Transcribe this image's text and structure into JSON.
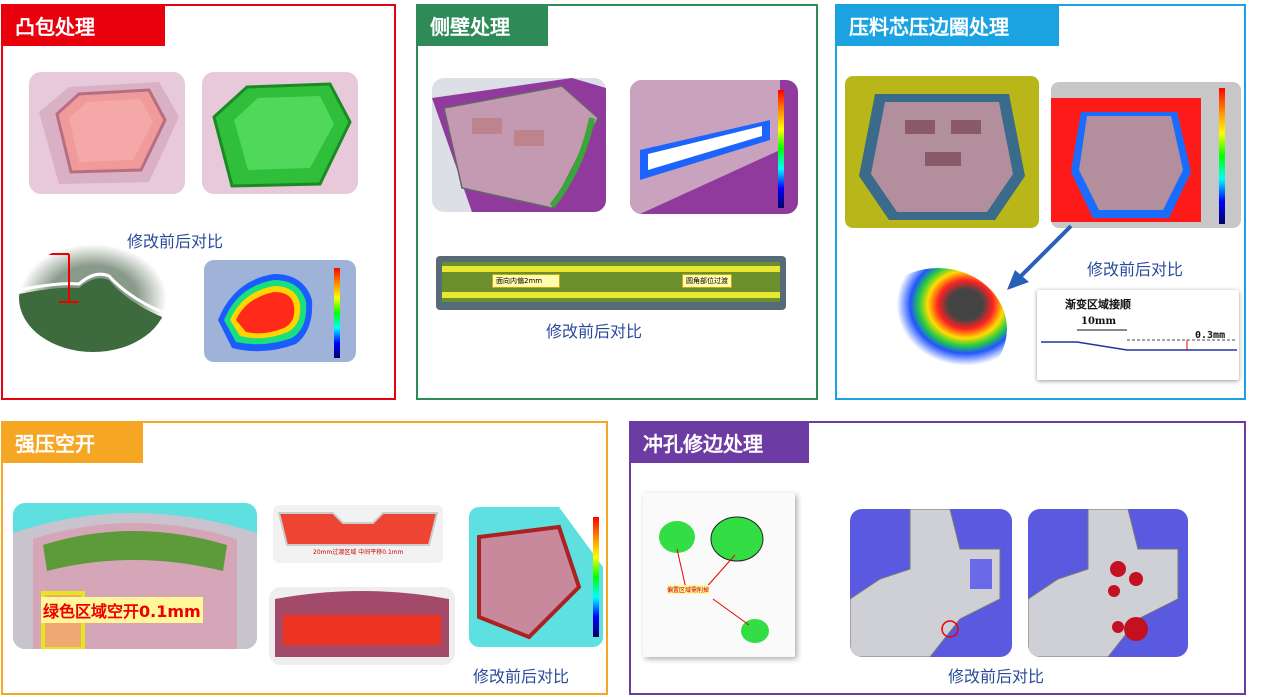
{
  "panels": {
    "boss": {
      "title": "凸包处理",
      "caption": "修改前后对比",
      "color": "#e8000c"
    },
    "sidewall": {
      "title": "侧壁处理",
      "caption": "修改前后对比",
      "color": "#2e8b57",
      "callouts": [
        "面向内偏2mm",
        "圆角部位过渡"
      ]
    },
    "binder": {
      "title": "压料芯压边圈处理",
      "caption": "修改前后对比",
      "color": "#1aa3e0",
      "inset_title": "渐变区域接顺",
      "dim_1": "10mm",
      "dim_2": "0.3mm"
    },
    "clearance": {
      "title": "强压空开",
      "caption": "修改前后对比",
      "color": "#f5a623",
      "label": "绿色区域空开0.1mm",
      "note_1": "20mm过渡区域 中间平移0.1mm"
    },
    "trim": {
      "title": "冲孔修边处理",
      "caption": "修改前后对比",
      "color": "#6d3ba4",
      "label": "偏置区域需削掉"
    }
  }
}
